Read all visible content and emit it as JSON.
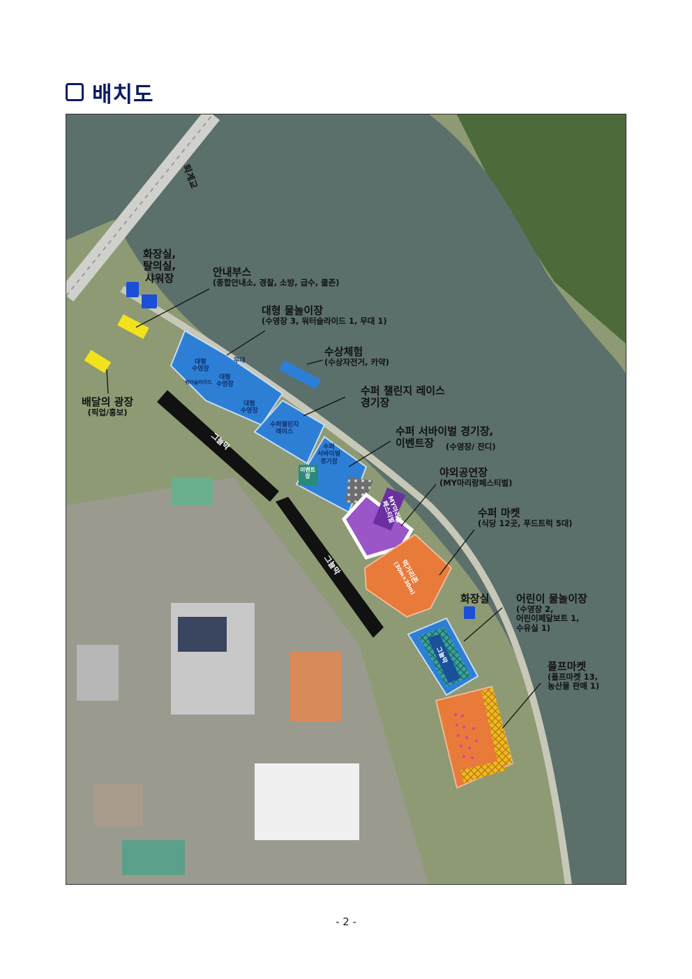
{
  "header": {
    "title": "배치도"
  },
  "map": {
    "bridge_label": "퇴계교",
    "side_labels": [
      {
        "id": "toilet_top",
        "main": "화장실,\n탈의실,\n샤워장",
        "sub": ""
      },
      {
        "id": "info",
        "main": "안내부스",
        "sub": "(종합안내소, 경찰, 소방, 급수, 쿨존)"
      },
      {
        "id": "big_pool",
        "main": "대형 물놀이장",
        "sub": "(수영장 3, 워터슬라이드 1, 무대 1)"
      },
      {
        "id": "water",
        "main": "수상체험",
        "sub": "(수상자전거, 카약)"
      },
      {
        "id": "race",
        "main": "수퍼 챌린지 레이스\n경기장",
        "sub": ""
      },
      {
        "id": "survival",
        "main": "수퍼 서바이벌 경기장,\n이벤트장",
        "sub": "(수영장/ 잔디)"
      },
      {
        "id": "stage",
        "main": "야외공연장",
        "sub": "(MY아리랑페스티벌)"
      },
      {
        "id": "market",
        "main": "수퍼 마켓",
        "sub": "(식당 12곳, 푸드트럭 5대)"
      },
      {
        "id": "toilet_mid",
        "main": "화장실",
        "sub": ""
      },
      {
        "id": "kids",
        "main": "어린이 물놀이장",
        "sub": "(수영장 2,\n어린이페달보트 1,\n수유실 1)"
      },
      {
        "id": "flea",
        "main": "플프마켓",
        "sub": "(플프마켓 13,\n농산물 판매 1)"
      },
      {
        "id": "delivery",
        "main": "배달의 광장",
        "sub": "(픽업/홍보)"
      }
    ],
    "inner_labels": {
      "pool1": "대형\n수영장",
      "pool2": "대형\n수영장",
      "pool3": "대형\n수영장",
      "stage_small": "무대",
      "slide": "워터슬라이드",
      "race_inner": "수퍼챌린지\n레이스",
      "survival_inner": "수퍼\n서바이벌\n경기장",
      "event_inner": "이벤트\n장",
      "shade1": "그늘막",
      "shade2": "그늘막",
      "stage_inner": "MY아리랑\n페스티벌",
      "food_inner": "먹거리존",
      "food_size": "(30m×30m)",
      "kids_inner": "그늘막"
    }
  },
  "footer": {
    "page_number": "- 2 -"
  },
  "colors": {
    "title": "#0b1a66",
    "river": "#5a6e6a",
    "blue_zone": "#2d7fd6",
    "purple_zone": "#9a55c8",
    "orange_zone": "#e87a3a",
    "yellow_zone": "#f2e21c",
    "shade_black": "#111111"
  }
}
